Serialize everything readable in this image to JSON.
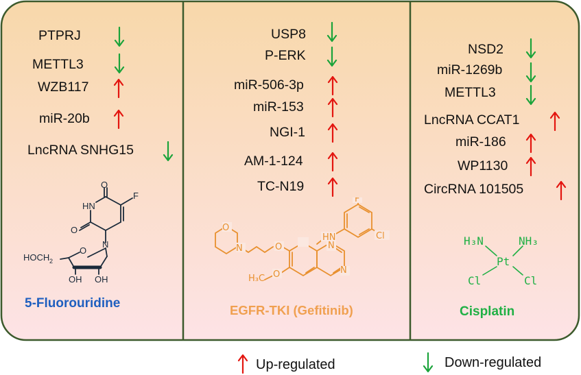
{
  "colors": {
    "up": "#e3150f",
    "down": "#1aa33a",
    "fluorouridine": "#1f5fbf",
    "gefitinib": "#f0a050",
    "cisplatin": "#20b045",
    "frame": "#3c5a2c"
  },
  "panels": [
    {
      "drug": "5-Fluorouridine",
      "items": [
        {
          "label": "PTPRJ",
          "direction": "down"
        },
        {
          "label": "METTL3",
          "direction": "down"
        },
        {
          "label": "WZB117",
          "direction": "up"
        },
        {
          "label": "miR-20b",
          "direction": "up"
        },
        {
          "label": "LncRNA SNHG15",
          "direction": "down"
        }
      ],
      "structure": {
        "atoms": [
          "O",
          "O",
          "HN",
          "F",
          "N",
          "HOCH₂",
          "O",
          "OH",
          "OH"
        ]
      }
    },
    {
      "drug": "EGFR-TKI (Gefitinib)",
      "items": [
        {
          "label": "USP8",
          "direction": "down"
        },
        {
          "label": "P-ERK",
          "direction": "down"
        },
        {
          "label": "miR-506-3p",
          "direction": "up"
        },
        {
          "label": "miR-153",
          "direction": "up"
        },
        {
          "label": "NGI-1",
          "direction": "up"
        },
        {
          "label": "AM-1-124",
          "direction": "up"
        },
        {
          "label": "TC-N19",
          "direction": "up"
        }
      ],
      "structure": {
        "atoms": [
          "F",
          "Cl",
          "HN",
          "O",
          "N",
          "O",
          "N",
          "N",
          "H₃C",
          "O"
        ]
      }
    },
    {
      "drug": "Cisplatin",
      "items": [
        {
          "label": "NSD2",
          "direction": "down"
        },
        {
          "label": "miR-1269b",
          "direction": "down"
        },
        {
          "label": "METTL3",
          "direction": "down"
        },
        {
          "label": "LncRNA CCAT1",
          "direction": "up"
        },
        {
          "label": "miR-186",
          "direction": "up"
        },
        {
          "label": "WP1130",
          "direction": "up"
        },
        {
          "label": "CircRNA 101505",
          "direction": "up"
        }
      ],
      "structure": {
        "atoms": [
          "H₃N",
          "NH₃",
          "Pt",
          "Cl",
          "Cl"
        ]
      }
    }
  ],
  "legend": {
    "up_label": "Up-regulated",
    "down_label": "Down-regulated"
  }
}
